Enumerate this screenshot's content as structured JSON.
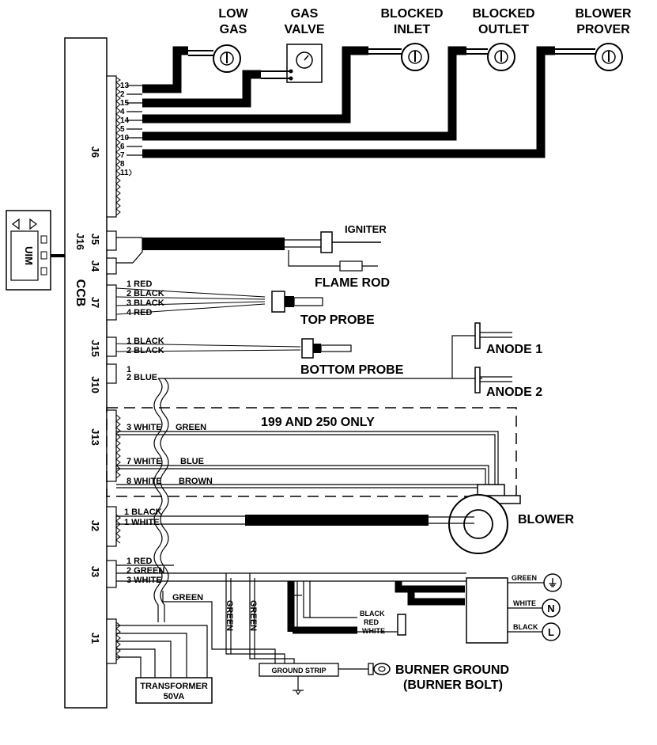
{
  "components": {
    "low_gas": "LOW\nGAS",
    "gas_valve": "GAS\nVALVE",
    "blocked_inlet": "BLOCKED\nINLET",
    "blocked_outlet": "BLOCKED\nOUTLET",
    "blower_prover": "BLOWER\nPROVER",
    "igniter": "IGNITER",
    "flame_rod": "FLAME ROD",
    "top_probe": "TOP PROBE",
    "bottom_probe": "BOTTOM PROBE",
    "anode_1": "ANODE 1",
    "anode_2": "ANODE 2",
    "blower": "BLOWER",
    "optional_note": "199 AND 250 ONLY",
    "ground_strip": "GROUND STRIP",
    "burner_ground": "BURNER GROUND",
    "burner_bolt": "(BURNER BOLT)",
    "transformer": "TRANSFORMER",
    "transformer_rating": "50VA",
    "uim": "UIM",
    "ccb": "CCB"
  },
  "connectors": {
    "j6": "J6",
    "j5": "J5",
    "j16": "J16",
    "j4": "J4",
    "j7": "J7",
    "j15": "J15",
    "j10": "J10",
    "j13": "J13",
    "j2": "J2",
    "j3": "J3",
    "j1": "J1"
  },
  "j6_pins": [
    "13",
    "2",
    "15",
    "4",
    "14",
    "5",
    "10",
    "6",
    "7",
    "8",
    "11"
  ],
  "j7_pins": [
    "1 RED",
    "2 BLACK",
    "3 BLACK",
    "4 RED"
  ],
  "j15_pins": [
    "1 BLACK",
    "2 BLACK"
  ],
  "j10_pins": [
    "1",
    "2 BLUE"
  ],
  "j13_pins": [
    "3 WHITE",
    "7 WHITE",
    "8 WHITE"
  ],
  "j13_wire_colors": [
    "GREEN",
    "BLUE",
    "BROWN"
  ],
  "j2_pins": [
    "1 BLACK",
    "1 WHITE"
  ],
  "j3_pins": [
    "1 RED",
    "2 GREEN",
    "3 WHITE"
  ],
  "ground_wires": [
    "GREEN",
    "GREEN",
    "GREEN"
  ],
  "switch_wires": [
    "BLACK",
    "RED",
    "WHITE"
  ],
  "supply_terminals": {
    "green_label": "GREEN",
    "green_symbol": "⏚",
    "white_label": "WHITE",
    "white_symbol": "N",
    "black_label": "BLACK",
    "black_symbol": "L"
  }
}
